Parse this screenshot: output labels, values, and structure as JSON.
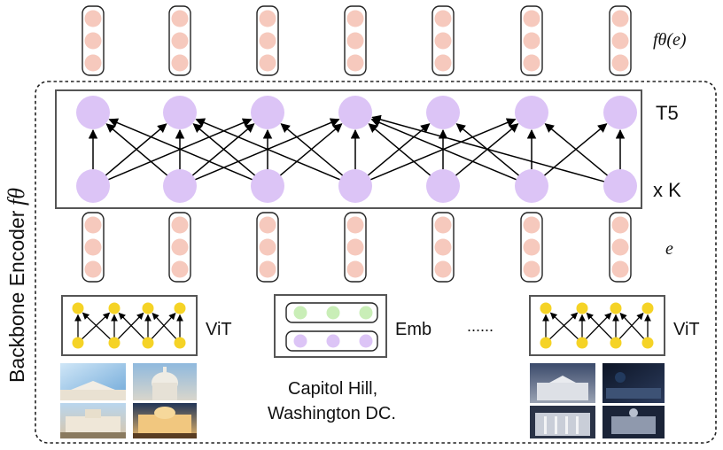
{
  "labels": {
    "f_theta_e": "fθ(e)",
    "t5": "T5",
    "xk": "x K",
    "e": "e",
    "backbone": "Backbone Encoder",
    "f_theta": "fθ",
    "vit_left": "ViT",
    "emb": "Emb",
    "dots": "......",
    "vit_right": "ViT",
    "caption_line1": "Capitol Hill,",
    "caption_line2": "Washington DC."
  },
  "colors": {
    "token_fill": "#f6c9bd",
    "t5_node": "#dcc4f6",
    "vit_node": "#f5d326",
    "emb_green": "#c9eeb7",
    "emb_purple": "#dcc4f6",
    "border": "#333333"
  },
  "images": {
    "left": [
      "sky-building-photo",
      "capitol-dome-photo",
      "capitol-building-photo",
      "capitol-night-photo"
    ],
    "right": [
      "white-house-photo",
      "night-sky-photo",
      "white-house-front-photo",
      "white-house-night-photo"
    ]
  }
}
